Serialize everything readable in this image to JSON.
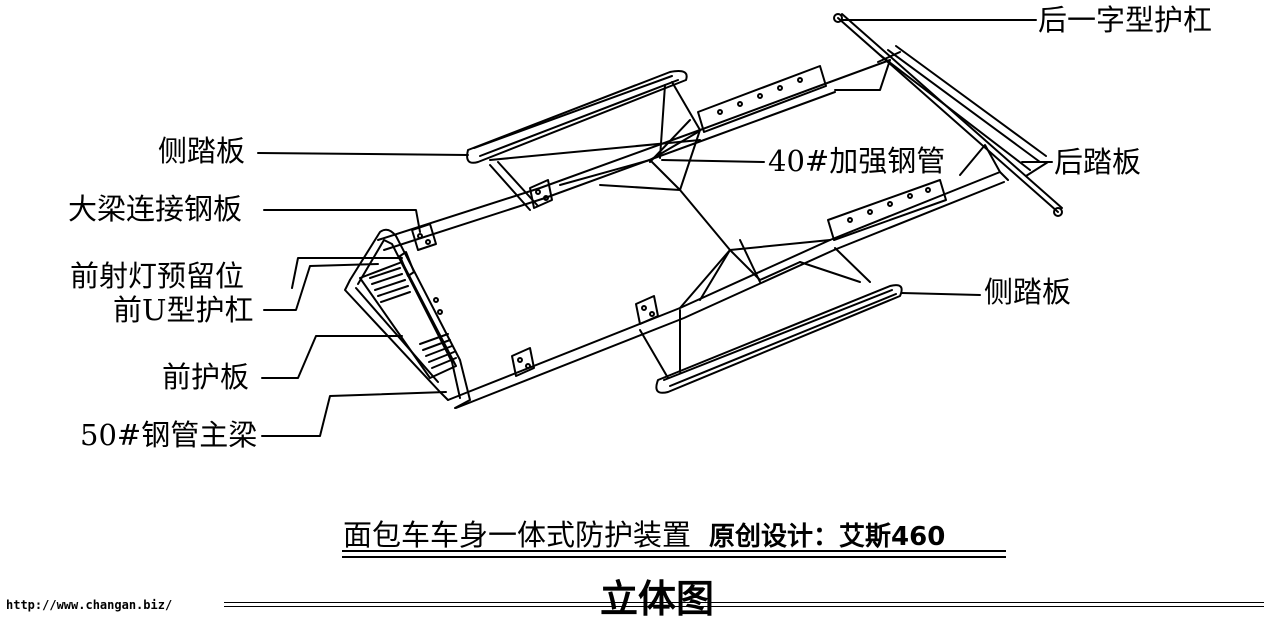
{
  "labels": {
    "rear_bar": "后一字型护杠",
    "side_step_left": "侧踏板",
    "reinforce_pipe": "40#加强钢管",
    "rear_step": "后踏板",
    "beam_plate": "大梁连接钢板",
    "headlight_slot": "前射灯预留位",
    "front_u_bar": "前U型护杠",
    "side_step_right": "侧踏板",
    "front_plate": "前护板",
    "main_beam": "50#钢管主梁"
  },
  "title": {
    "main": "面包车车身一体式防护装置",
    "credit": "原创设计：艾斯460"
  },
  "subtitle": "立体图",
  "url": "http://www.changan.biz/",
  "colors": {
    "line": "#000000",
    "background": "#ffffff"
  }
}
